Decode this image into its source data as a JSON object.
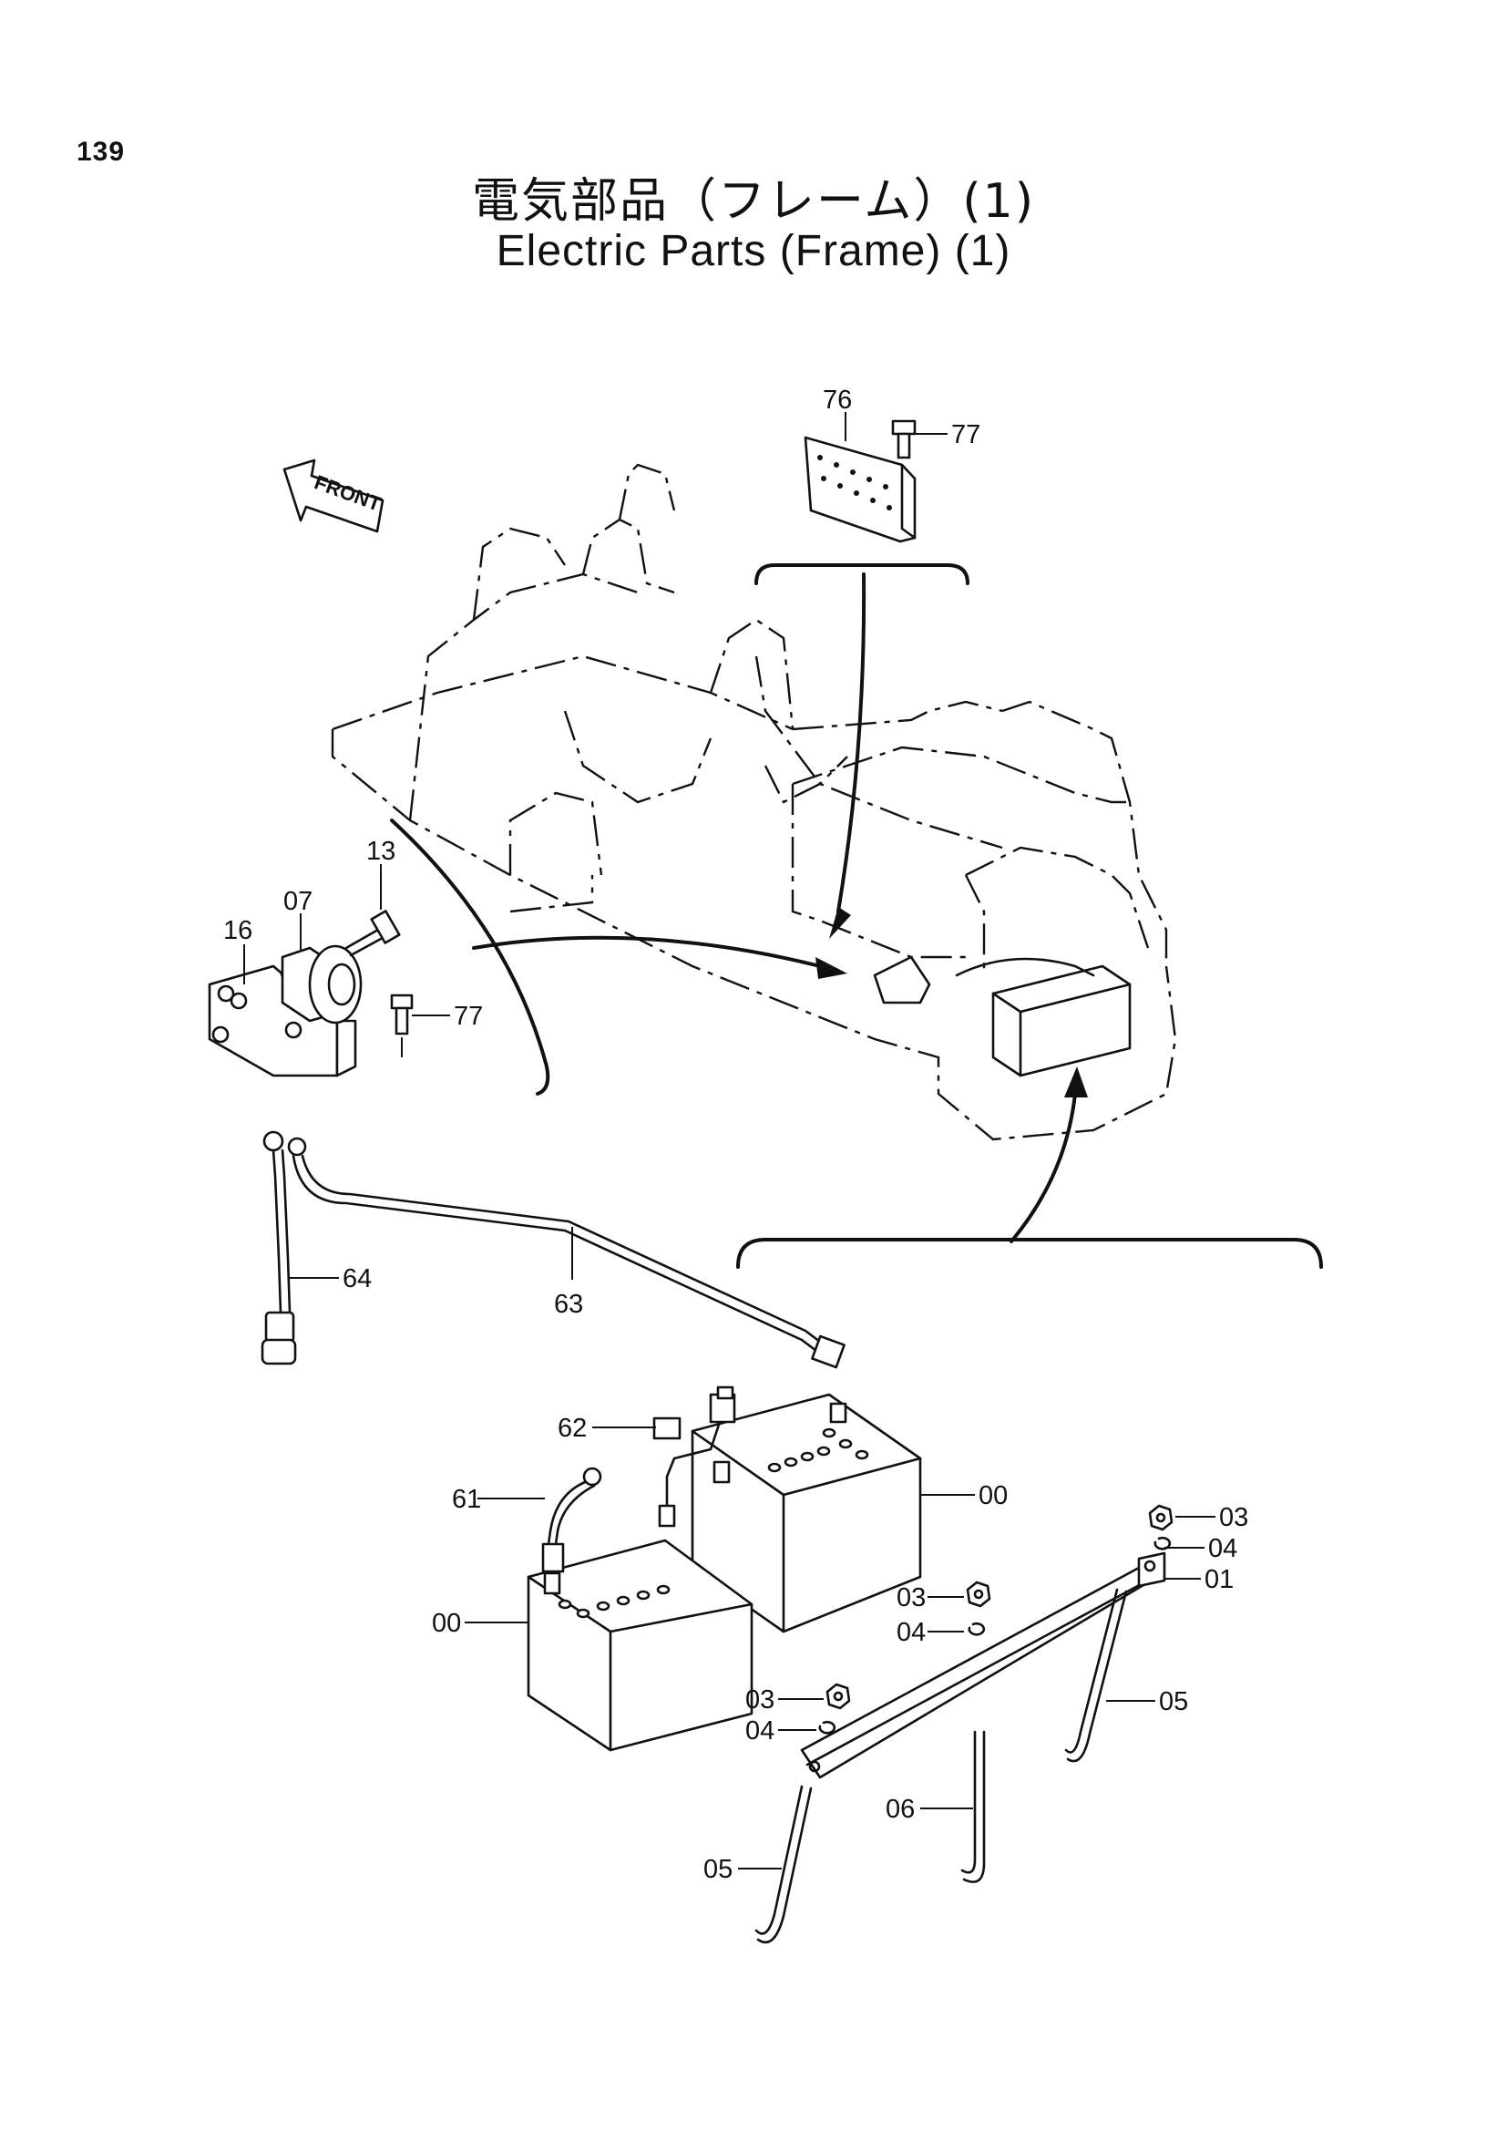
{
  "page_number": "139",
  "title_jp": "電気部品（フレーム）(1)",
  "title_en": "Electric Parts (Frame) (1)",
  "front_label": "FRONT",
  "callouts": {
    "p76": "76",
    "p77a": "77",
    "p77b": "77",
    "p13": "13",
    "p07": "07",
    "p16": "16",
    "p64": "64",
    "p63": "63",
    "p62": "62",
    "p61": "61",
    "p00a": "00",
    "p00b": "00",
    "p03a": "03",
    "p04a": "04",
    "p01": "01",
    "p03b": "03",
    "p04b": "04",
    "p03c": "03",
    "p04c": "04",
    "p05a": "05",
    "p06": "06",
    "p05b": "05"
  }
}
